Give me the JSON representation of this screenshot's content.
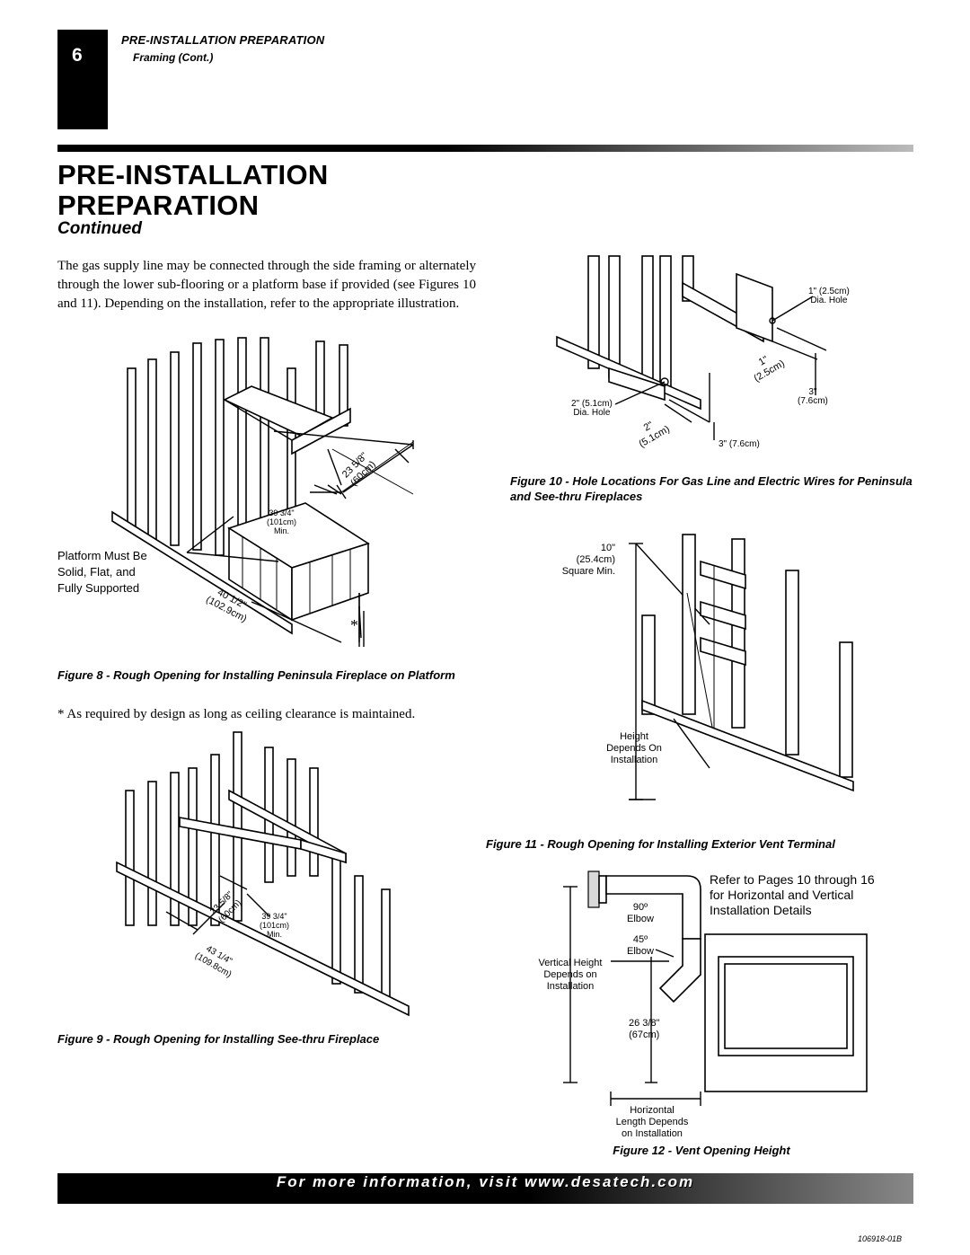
{
  "header": {
    "page_number": "6",
    "section_title": "PRE-INSTALLATION PREPARATION",
    "section_subtitle": "Framing (Cont.)"
  },
  "heading": {
    "line1": "PRE-INSTALLATION",
    "line2": "PREPARATION",
    "continued": "Continued"
  },
  "body_text": "The gas supply line may be connected through the side framing or alternately through the lower sub-flooring or a platform base if provided (see Figures 10 and 11). Depending on the installation, refer to the appropriate illustration.",
  "fig8": {
    "caption": "Figure 8 - Rough Opening for Installing Peninsula Fireplace on Platform",
    "label_platform_1": "Platform Must Be",
    "label_platform_2": "Solid, Flat, and",
    "label_platform_3": "Fully Supported",
    "dim_depth_1": "23 5/8\"",
    "dim_depth_2": "(60cm)",
    "dim_width_1": "39 3/4\"",
    "dim_width_2": "(101cm)",
    "dim_width_3": "Min.",
    "dim_len_1": "40 1/2\"",
    "dim_len_2": "(102.9cm)",
    "asterisk": "*"
  },
  "footnote": "* As required by design as long as ceiling clearance is maintained.",
  "fig9": {
    "caption": "Figure 9 - Rough Opening for Installing See-thru Fireplace",
    "dim_depth_1": "23 5/8\"",
    "dim_depth_2": "(60cm)",
    "dim_width_1": "39 3/4\"",
    "dim_width_2": "(101cm)",
    "dim_width_3": "Min.",
    "dim_len_1": "43 1/4\"",
    "dim_len_2": "(109.8cm)"
  },
  "fig10": {
    "caption": "Figure 10 - Hole Locations For Gas Line and Electric Wires for Peninsula and See-thru Fireplaces",
    "hole1_1": "1\" (2.5cm)",
    "hole1_2": "Dia. Hole",
    "dim_1in_1": "1\"",
    "dim_1in_2": "(2.5cm)",
    "dim_3in_right_1": "3\"",
    "dim_3in_right_2": "(7.6cm)",
    "hole2_1": "2\" (5.1cm)",
    "hole2_2": "Dia. Hole",
    "dim_2in_1": "2\"",
    "dim_2in_2": "(5.1cm)",
    "dim_3in_bottom": "3\" (7.6cm)"
  },
  "fig11": {
    "caption": "Figure 11 - Rough Opening for Installing Exterior Vent Terminal",
    "dim_top_1": "10\"",
    "dim_top_2": "(25.4cm)",
    "dim_top_3": "Square Min.",
    "height_1": "Height",
    "height_2": "Depends On",
    "height_3": "Installation"
  },
  "fig12": {
    "caption": "Figure 12 - Vent Opening Height",
    "refer_1": "Refer to Pages 10 through 16",
    "refer_2": "for Horizontal and Vertical",
    "refer_3": "Installation Details",
    "elbow90_1": "90º",
    "elbow90_2": "Elbow",
    "elbow45_1": "45º",
    "elbow45_2": "Elbow",
    "vert_1": "Vertical Height",
    "vert_2": "Depends on",
    "vert_3": "Installation",
    "dim_1": "26 3/8\"",
    "dim_2": "(67cm)",
    "horiz_1": "Horizontal",
    "horiz_2": "Length Depends",
    "horiz_3": "on Installation"
  },
  "footer": {
    "text": "For more information, visit www.desatech.com",
    "doc_number": "106918-01B"
  }
}
